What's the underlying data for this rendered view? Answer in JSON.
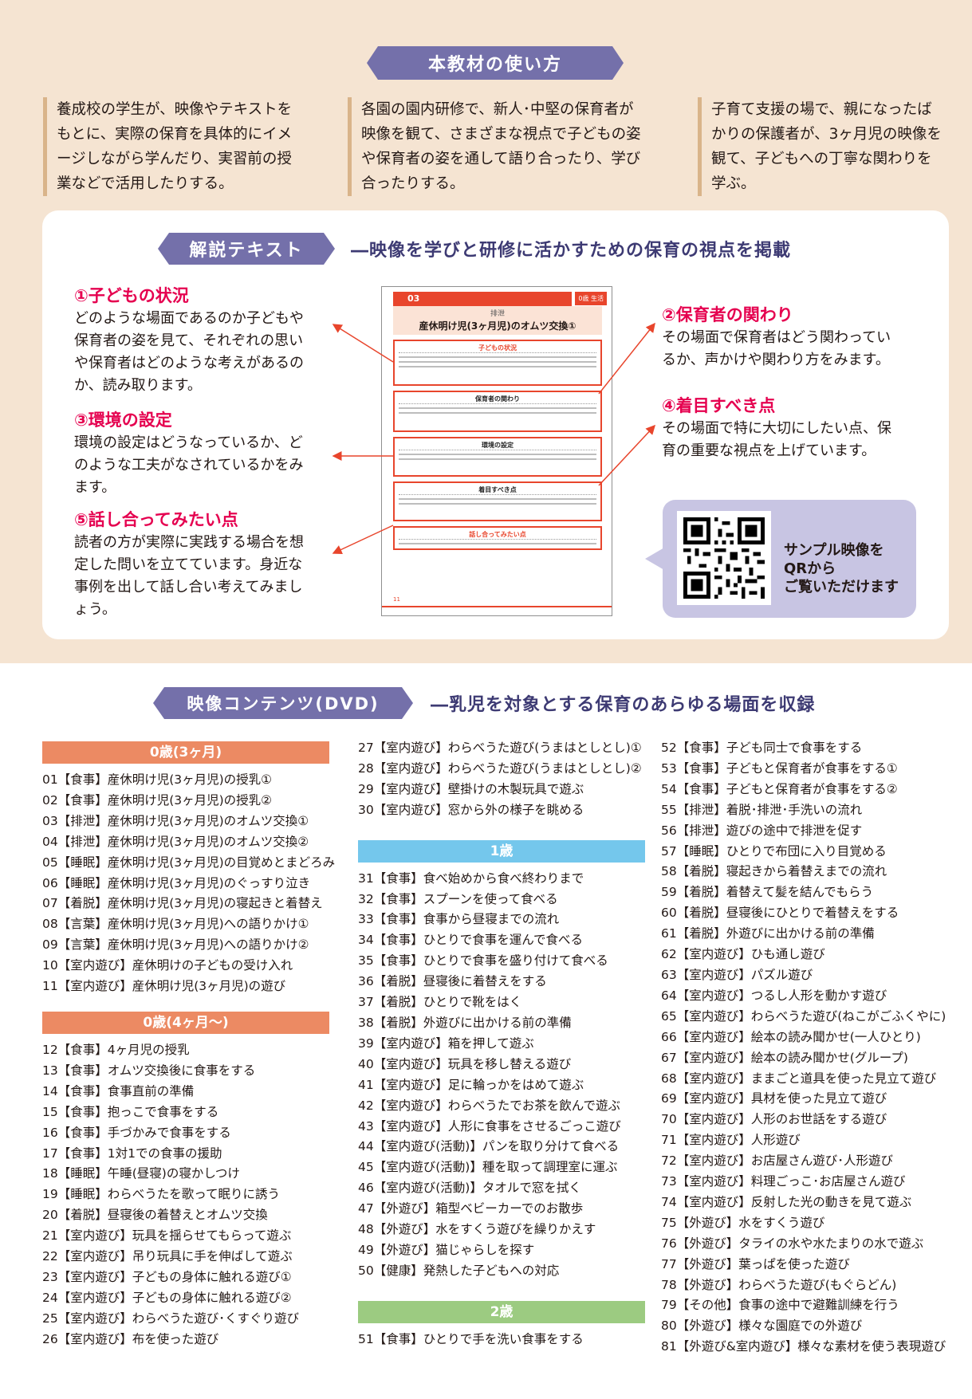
{
  "usage": {
    "title": "本教材の使い方",
    "items": [
      [
        "養成校の学生が、映像やテキストを",
        "もとに、実際の保育を具体的にイメ",
        "ージしながら学んだり、実習前の授",
        "業などで活用したりする。"
      ],
      [
        "各園の園内研修で、新人･中堅の保育者が",
        "映像を観て、さまざまな視点で子どもの姿",
        "や保育者の姿を通して語り合ったり、学び",
        "合ったりする。"
      ],
      [
        "子育て支援の場で、親になったば",
        "かりの保護者が、3ヶ月児の映像を",
        "観て、子どもへの丁寧な関わりを",
        "学ぶ。"
      ]
    ]
  },
  "text_section": {
    "label": "解説テキスト",
    "subtitle": "―映像を学びと研修に活かすための保育の視点を掲載",
    "points": {
      "p1": {
        "title": "①子どもの状況",
        "lines": [
          "どのような場面であるのか子どもや",
          "保育者の姿を見て、それぞれの思い",
          "や保育者はどのような考えがあるの",
          "か、読み取ります。"
        ]
      },
      "p2": {
        "title": "②保育者の関わり",
        "lines": [
          "その場面で保育者はどう関わってい",
          "るか、声かけや関わり方をみます。"
        ]
      },
      "p3": {
        "title": "③環境の設定",
        "lines": [
          "環境の設定はどうなっているか、ど",
          "のような工夫がなされているかをみ",
          "ます。"
        ]
      },
      "p4": {
        "title": "④着目すべき点",
        "lines": [
          "その場面で特に大切にしたい点、保",
          "育の重要な視点を上げています。"
        ]
      },
      "p5": {
        "title": "⑤話し合ってみたい点",
        "lines": [
          "読者の方が実際に実践する場合を想",
          "定した問いを立てています。身近な",
          "事例を出して話し合い考えてみまし",
          "ょう。"
        ]
      }
    },
    "sample": {
      "number": "03",
      "tag": "0歳 生活",
      "category": "排泄",
      "title": "産休明け児(3ヶ月児)のオムツ交換①",
      "box_titles": [
        "子どもの状況",
        "保育者の関わり",
        "環境の設定",
        "着目すべき点",
        "話し合ってみたい点"
      ],
      "page_no": "11"
    },
    "qr": {
      "lines": [
        "サンプル映像を",
        "QRから",
        "ご覧いただけます"
      ]
    }
  },
  "dvd": {
    "label": "映像コンテンツ(DVD)",
    "subtitle": "―乳児を対象とする保育のあらゆる場面を収録",
    "groups": {
      "age0_3m": {
        "label": "0歳(3ヶ月)",
        "items": [
          "01【食事】産休明け児(3ヶ月児)の授乳①",
          "02【食事】産休明け児(3ヶ月児)の授乳②",
          "03【排泄】産休明け児(3ヶ月児)のオムツ交換①",
          "04【排泄】産休明け児(3ヶ月児)のオムツ交換②",
          "05【睡眠】産休明け児(3ヶ月児)の目覚めとまどろみ",
          "06【睡眠】産休明け児(3ヶ月児)のぐっすり泣き",
          "07【着脱】産休明け児(3ヶ月児)の寝起きと着替え",
          "08【言葉】産休明け児(3ヶ月児)への語りかけ①",
          "09【言葉】産休明け児(3ヶ月児)への語りかけ②",
          "10【室内遊び】産休明けの子どもの受け入れ",
          "11【室内遊び】産休明け児(3ヶ月児)の遊び"
        ]
      },
      "age0_4m": {
        "label": "0歳(4ヶ月〜)",
        "items": [
          "12【食事】4ヶ月児の授乳",
          "13【食事】オムツ交換後に食事をする",
          "14【食事】食事直前の準備",
          "15【食事】抱っこで食事をする",
          "16【食事】手づかみで食事をする",
          "17【食事】1対1での食事の援助",
          "18【睡眠】午睡(昼寝)の寝かしつけ",
          "19【睡眠】わらべうたを歌って眠りに誘う",
          "20【着脱】昼寝後の着替えとオムツ交換",
          "21【室内遊び】玩具を揺らせてもらって遊ぶ",
          "22【室内遊び】吊り玩具に手を伸ばして遊ぶ",
          "23【室内遊び】子どもの身体に触れる遊び①",
          "24【室内遊び】子どもの身体に触れる遊び②",
          "25【室内遊び】わらべうた遊び･くすぐり遊び",
          "26【室内遊び】布を使った遊び"
        ]
      },
      "age0_4m_cont": [
        "27【室内遊び】わらべうた遊び(うまはとしとし)①",
        "28【室内遊び】わらべうた遊び(うまはとしとし)②",
        "29【室内遊び】壁掛けの木製玩具で遊ぶ",
        "30【室内遊び】窓から外の様子を眺める"
      ],
      "age1": {
        "label": "1歳",
        "items": [
          "31【食事】食べ始めから食べ終わりまで",
          "32【食事】スプーンを使って食べる",
          "33【食事】食事から昼寝までの流れ",
          "34【食事】ひとりで食事を運んで食べる",
          "35【食事】ひとりで食事を盛り付けて食べる",
          "36【着脱】昼寝後に着替えをする",
          "37【着脱】ひとりで靴をはく",
          "38【着脱】外遊びに出かける前の準備",
          "39【室内遊び】箱を押して遊ぶ",
          "40【室内遊び】玩具を移し替える遊び",
          "41【室内遊び】足に輪っかをはめて遊ぶ",
          "42【室内遊び】わらべうたでお茶を飲んで遊ぶ",
          "43【室内遊び】人形に食事をさせるごっこ遊び",
          "44【室内遊び(活動)】パンを取り分けて食べる",
          "45【室内遊び(活動)】種を取って調理室に運ぶ",
          "46【室内遊び(活動)】タオルで窓を拭く",
          "47【外遊び】箱型ベビーカーでのお散歩",
          "48【外遊び】水をすくう遊びを繰りかえす",
          "49【外遊び】猫じゃらしを探す",
          "50【健康】発熱した子どもへの対応"
        ]
      },
      "age2": {
        "label": "2歳",
        "items": [
          "51【食事】ひとりで手を洗い食事をする"
        ]
      },
      "age2_cont": [
        "52【食事】子ども同士で食事をする",
        "53【食事】子どもと保育者が食事をする①",
        "54【食事】子どもと保育者が食事をする②",
        "55【排泄】着脱･排泄･手洗いの流れ",
        "56【排泄】遊びの途中で排泄を促す",
        "57【睡眠】ひとりで布団に入り目覚める",
        "58【着脱】寝起きから着替えまでの流れ",
        "59【着脱】着替えて髪を結んでもらう",
        "60【着脱】昼寝後にひとりで着替えをする",
        "61【着脱】外遊びに出かける前の準備",
        "62【室内遊び】ひも通し遊び",
        "63【室内遊び】パズル遊び",
        "64【室内遊び】つるし人形を動かす遊び",
        "65【室内遊び】わらべうた遊び(ねこがごふくやに)",
        "66【室内遊び】絵本の読み聞かせ(一人ひとり)",
        "67【室内遊び】絵本の読み聞かせ(グループ)",
        "68【室内遊び】ままごと道具を使った見立て遊び",
        "69【室内遊び】具材を使った見立て遊び",
        "70【室内遊び】人形のお世話をする遊び",
        "71【室内遊び】人形遊び",
        "72【室内遊び】お店屋さん遊び･人形遊び",
        "73【室内遊び】料理ごっこ･お店屋さん遊び",
        "74【室内遊び】反射した光の動きを見て遊ぶ",
        "75【外遊び】水をすくう遊び",
        "76【外遊び】タライの水や水たまりの水で遊ぶ",
        "77【外遊び】葉っぱを使った遊び",
        "78【外遊び】わらべうた遊び(もぐらどん)",
        "79【その他】食事の途中で避難訓練を行う",
        "80【外遊び】様々な園庭での外遊び",
        "81【外遊び&室内遊び】様々な素材を使う表現遊び"
      ]
    }
  },
  "colors": {
    "banner": "#7470aa",
    "top_bg": "#f5e4d2",
    "accent_red": "#e5004f",
    "age0": "#ec8a63",
    "age1": "#74c7ec",
    "age2": "#9ccb81"
  }
}
